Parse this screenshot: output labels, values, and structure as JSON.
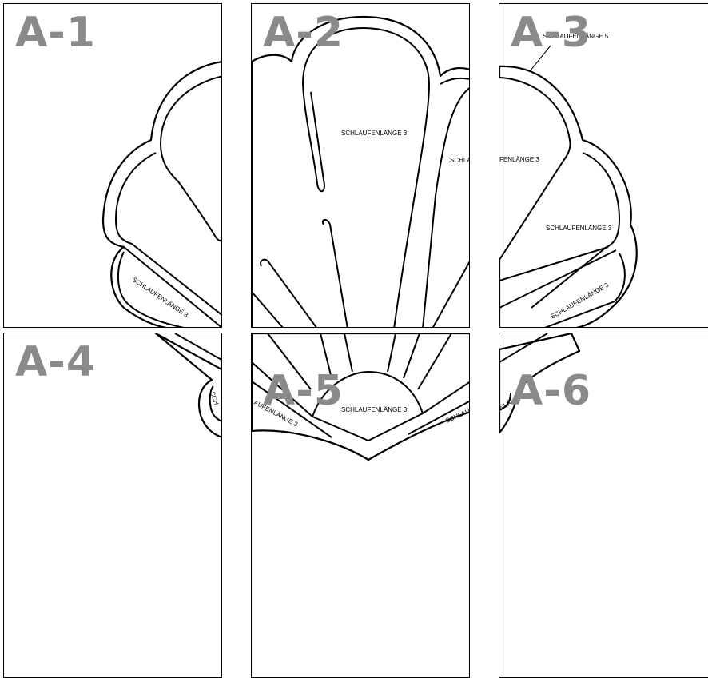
{
  "tiles": [
    {
      "label": "A-1"
    },
    {
      "label": "A-2"
    },
    {
      "label": "A-3"
    },
    {
      "label": "A-4"
    },
    {
      "label": "A-5"
    },
    {
      "label": "A-6"
    }
  ],
  "annotations": {
    "loop3": "SCHLAUFENLÄNGE 3",
    "loop3_partial_a": "SCHLAU",
    "loop3_partial_b": "FENLÄNGE 3",
    "loop5": "SCHLAUFENLÄNGE 5",
    "loop3_partial_c": "AUFENLÄNGE 3",
    "loop3_partial_d": "SCHLAUF",
    "loop3_partial_e": "NLÄNGE",
    "loop3_partial_f": "SCH"
  }
}
